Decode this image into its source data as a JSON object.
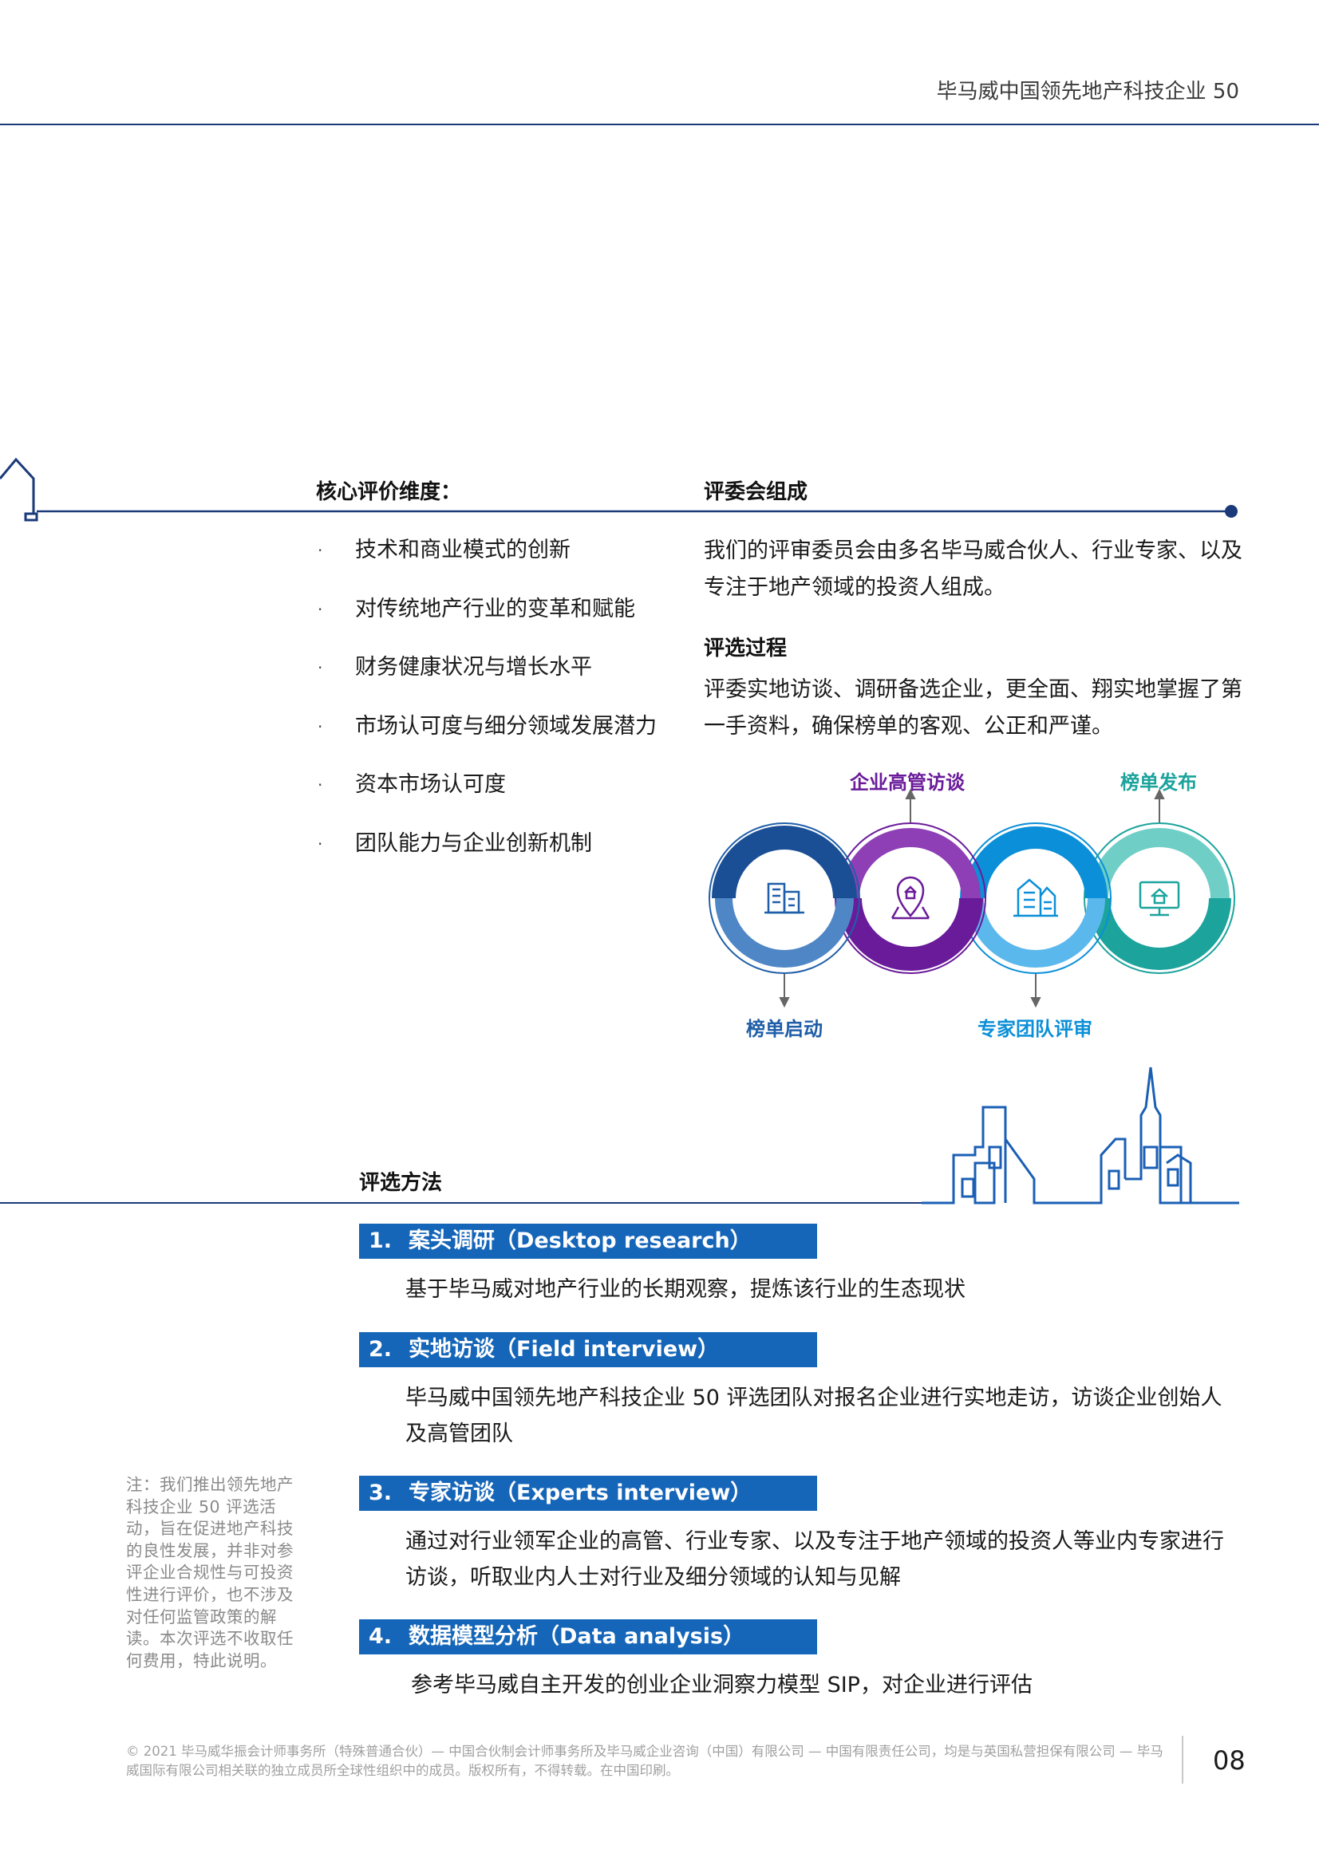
{
  "header": {
    "title": "毕马威中国领先地产科技企业 50"
  },
  "criteria": {
    "heading": "核心评价维度：",
    "bullet": "·",
    "items": [
      "技术和商业模式的创新",
      "对传统地产行业的变革和赋能",
      "财务健康状况与增长水平",
      "市场认可度与细分领域发展潜力",
      "资本市场认可度",
      "团队能力与企业创新机制"
    ]
  },
  "committee": {
    "heading": "评委会组成",
    "text": "我们的评审委员会由多名毕马威合伙人、行业专家、以及专注于地产领域的投资人组成。"
  },
  "process": {
    "heading": "评选过程",
    "text": "评委实地访谈、调研备选企业，更全面、翔实地掌握了第一手资料，确保榜单的客观、公正和严谨。",
    "steps": [
      {
        "label": "榜单启动",
        "icon": "office-building-icon",
        "color": "#1f5ea8"
      },
      {
        "label": "企业高管访谈",
        "icon": "location-pin-icon",
        "color": "#6a1b9a"
      },
      {
        "label": "专家团队评审",
        "icon": "apartment-building-icon",
        "color": "#0a8fd8"
      },
      {
        "label": "榜单发布",
        "icon": "monitor-home-icon",
        "color": "#1ba39c"
      }
    ]
  },
  "methods": {
    "heading": "评选方法",
    "items": [
      {
        "num": "1.",
        "title": "案头调研（Desktop research）",
        "desc": "基于毕马威对地产行业的长期观察，提炼该行业的生态现状"
      },
      {
        "num": "2.",
        "title": "实地访谈（Field interview）",
        "desc": "毕马威中国领先地产科技企业 50 评选团队对报名企业进行实地走访，访谈企业创始人及高管团队"
      },
      {
        "num": "3.",
        "title": "专家访谈（Experts interview）",
        "desc": "通过对行业领军企业的高管、行业专家、以及专注于地产领域的投资人等业内专家进行访谈，听取业内人士对行业及细分领域的认知与见解"
      },
      {
        "num": "4.",
        "title": "数据模型分析（Data analysis）",
        "desc": "参考毕马威自主开发的创业企业洞察力模型 SIP，对企业进行评估"
      }
    ]
  },
  "note": "注：我们推出领先地产科技企业 50 评选活动，旨在促进地产科技的良性发展，并非对参评企业合规性与可投资性进行评价，也不涉及对任何监管政策的解读。本次评选不收取任何费用，特此说明。",
  "footer": {
    "copyright": "© 2021 毕马威华振会计师事务所（特殊普通合伙）— 中国合伙制会计师事务所及毕马威企业咨询（中国）有限公司 — 中国有限责任公司，均是与英国私营担保有限公司 — 毕马威国际有限公司相关联的独立成员所全球性组织中的成员。版权所有，不得转载。在中国印刷。",
    "page": "08"
  },
  "colors": {
    "navy": "#1a3a7a",
    "method_bar": "#1565b8",
    "blue": "#1f5ea8",
    "purple": "#6a1b9a",
    "light_blue": "#0a8fd8",
    "teal": "#1ba39c"
  }
}
